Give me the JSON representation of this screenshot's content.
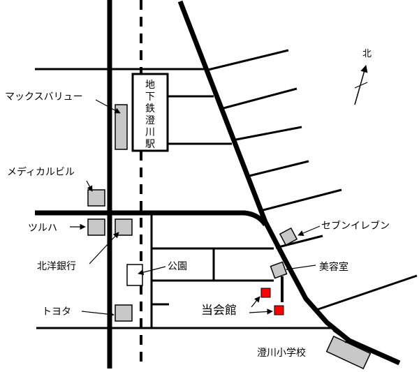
{
  "labels": {
    "max_value": "マックスバリュー",
    "medical_building": "メディカルビル",
    "tsuruha": "ツルハ",
    "hokuyo_bank": "北洋銀行",
    "toyota": "トヨタ",
    "park": "公園",
    "seven_eleven": "セブンイレブン",
    "beauty_salon": "美容室",
    "this_hall": "当会館",
    "sumikawa_elementary": "澄川小学校",
    "north": "北"
  },
  "station": {
    "chars": [
      "地",
      "下",
      "鉄",
      "澄",
      "川",
      "駅"
    ]
  },
  "colors": {
    "building": "#c8c8c8",
    "highlight": "#ff0000",
    "road": "#000000"
  },
  "icons": {
    "compass": "north-arrow-icon"
  }
}
